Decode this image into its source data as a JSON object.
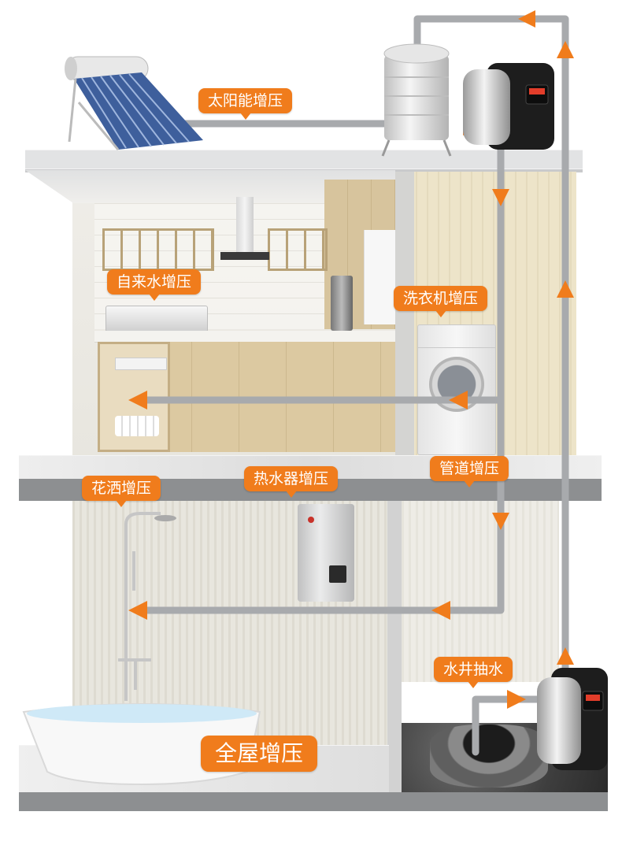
{
  "labels": {
    "solar": "太阳能增压",
    "tap_water": "自来水增压",
    "washing_machine": "洗衣机增压",
    "pipeline": "管道增压",
    "shower": "花洒增压",
    "water_heater": "热水器增压",
    "well": "水井抽水",
    "whole_house": "全屋增压"
  },
  "colors": {
    "accent": "#f07c1c",
    "pipe": "#a8aaad",
    "floor_face": "#8d8f91"
  },
  "icons": [
    "solar-water-heater-icon",
    "water-tank-icon",
    "booster-pump-icon",
    "range-hood-icon",
    "washing-machine-icon",
    "gas-water-heater-icon",
    "shower-icon",
    "bathtub-icon",
    "water-well-icon",
    "arrow-icon"
  ]
}
